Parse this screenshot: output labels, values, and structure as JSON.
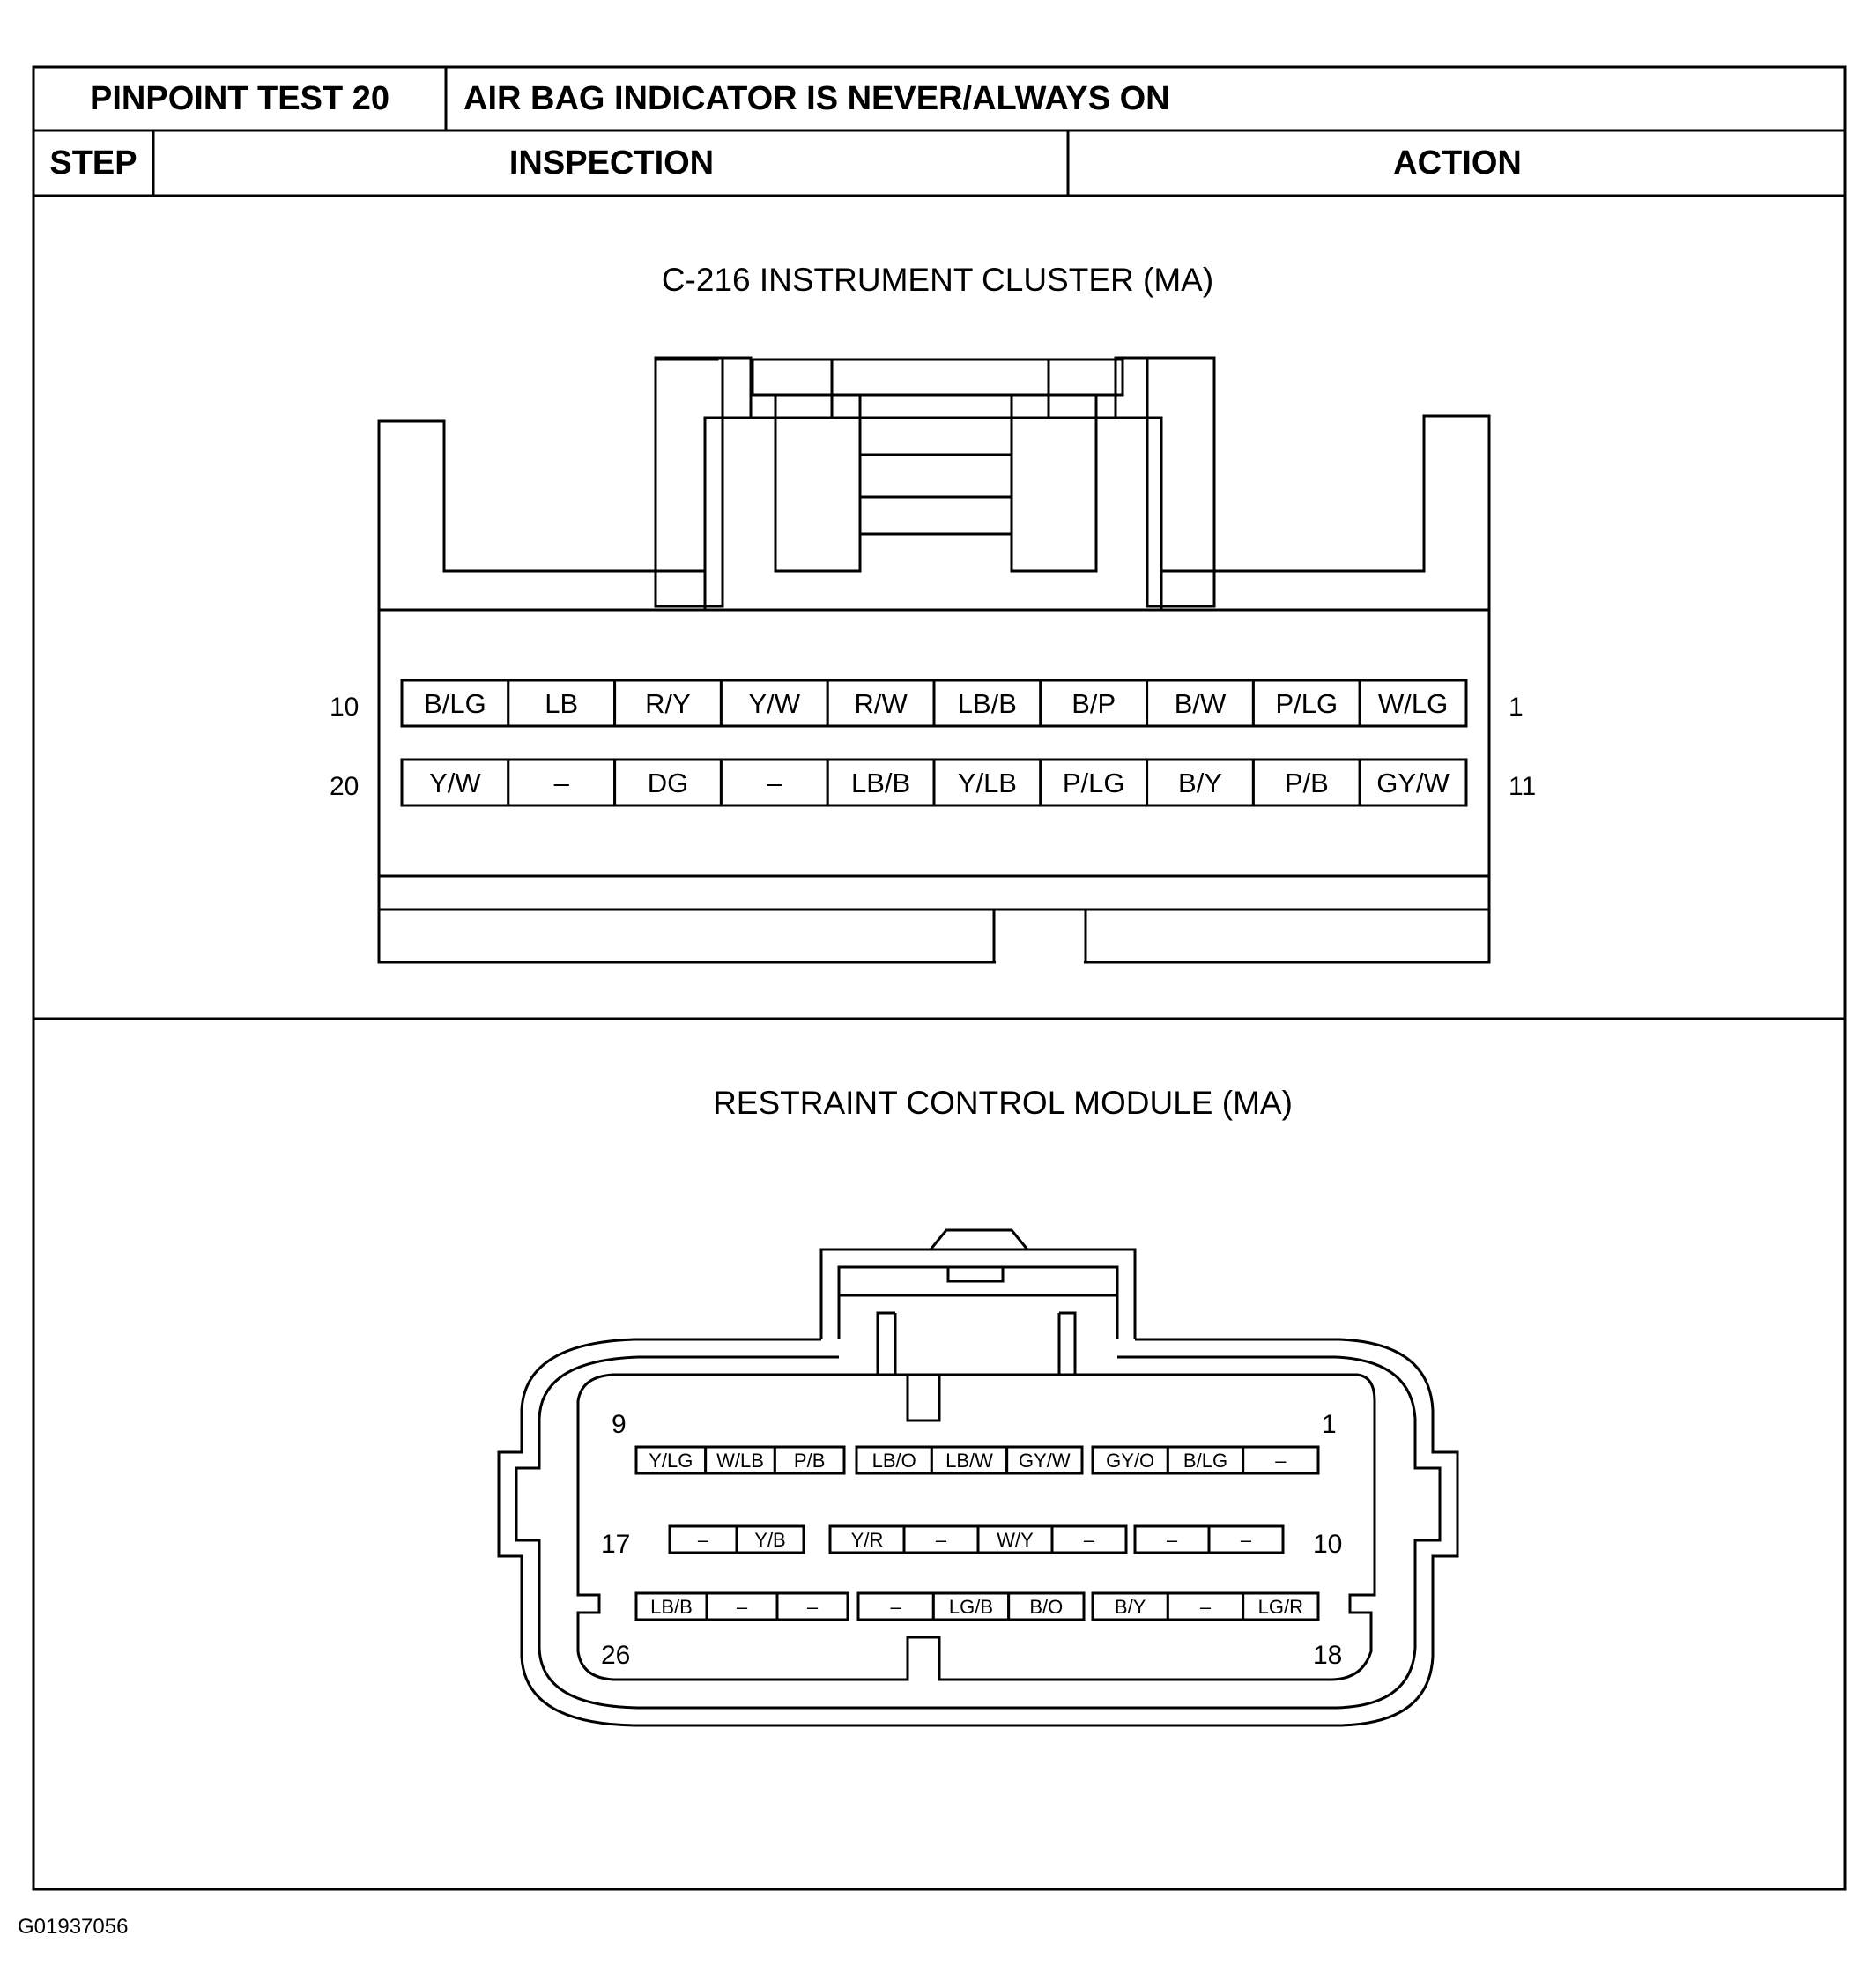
{
  "header": {
    "test_label": "PINPOINT TEST 20",
    "test_title": "AIR BAG INDICATOR IS NEVER/ALWAYS ON",
    "col_step": "STEP",
    "col_inspection": "INSPECTION",
    "col_action": "ACTION"
  },
  "cluster": {
    "title": "C-216 INSTRUMENT CLUSTER (MA)",
    "row1_left": "10",
    "row1_right": "1",
    "row2_left": "20",
    "row2_right": "11",
    "row1": [
      "B/LG",
      "LB",
      "R/Y",
      "Y/W",
      "R/W",
      "LB/B",
      "B/P",
      "B/W",
      "P/LG",
      "W/LG"
    ],
    "row2": [
      "Y/W",
      "–",
      "DG",
      "–",
      "LB/B",
      "Y/LB",
      "P/LG",
      "B/Y",
      "P/B",
      "GY/W"
    ]
  },
  "rcm": {
    "title": "RESTRAINT CONTROL MODULE (MA)",
    "num_9": "9",
    "num_1": "1",
    "num_17": "17",
    "num_10": "10",
    "num_26": "26",
    "num_18": "18",
    "row1": [
      "Y/LG",
      "W/LB",
      "P/B",
      "LB/O",
      "LB/W",
      "GY/W",
      "GY/O",
      "B/LG",
      "–"
    ],
    "row2": [
      "–",
      "Y/B",
      "Y/R",
      "–",
      "W/Y",
      "–",
      "–",
      "–"
    ],
    "row3": [
      "LB/B",
      "–",
      "–",
      "–",
      "LG/B",
      "B/O",
      "B/Y",
      "–",
      "LG/R"
    ]
  },
  "footer": {
    "figure_id": "G01937056"
  }
}
